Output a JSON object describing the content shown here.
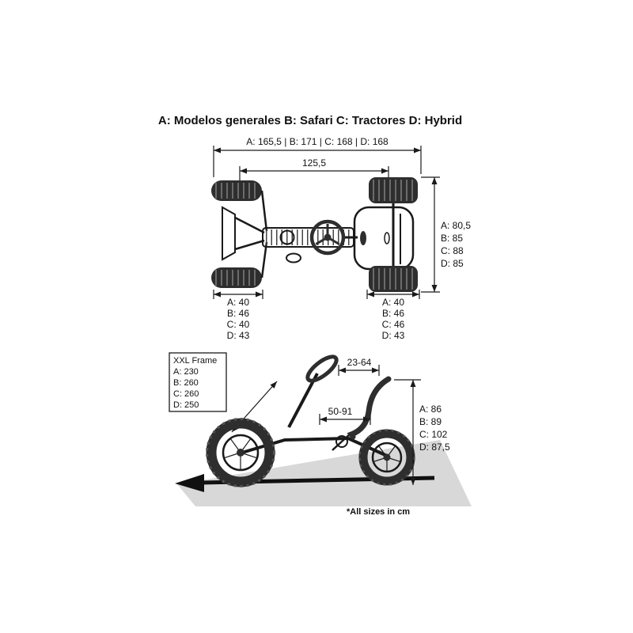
{
  "title": "A: Modelos generales B: Safari C: Tractores D: Hybrid",
  "footnote": "*All sizes in cm",
  "colors": {
    "line": "#1a1a1a",
    "tire": "#2e2e2e",
    "tread": "#6b6b6b",
    "shadow": "#d8d8d8"
  },
  "top_view": {
    "label_overall_length": "A: 165,5 | B: 171 | C: 168 | D: 168",
    "label_wheelbase": "125,5",
    "width_lines": [
      "A: 80,5",
      "B: 85",
      "C: 88",
      "D: 85"
    ],
    "front_track_lines": [
      "A: 40",
      "B: 46",
      "C: 40",
      "D: 43"
    ],
    "rear_track_lines": [
      "A: 40",
      "B: 46",
      "C: 46",
      "D: 43"
    ]
  },
  "side_view": {
    "frame_box_lines": [
      "XXL Frame",
      "A: 230",
      "B: 260",
      "C: 260",
      "D: 250"
    ],
    "label_steering_range": "23-64",
    "label_seat_range": "50-91",
    "height_lines": [
      "A: 86",
      "B: 89",
      "C: 102",
      "D: 87,5"
    ]
  }
}
